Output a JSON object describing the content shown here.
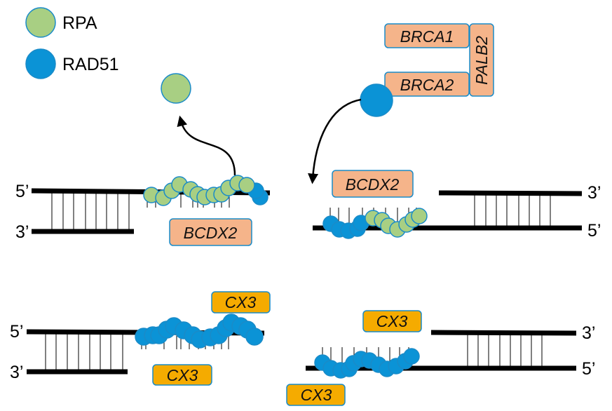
{
  "colors": {
    "rpa_fill": "#a8cf83",
    "rad51_fill": "#0b93d6",
    "protein_stroke": "#1a8bc8",
    "brca_box_fill": "#f5b48a",
    "brca_box_stroke": "#1a8bc8",
    "cx3_box_fill": "#f5ab00",
    "cx3_box_stroke": "#1a8bc8",
    "dna": "#000000"
  },
  "legend": [
    {
      "name": "RPA",
      "kind": "rpa"
    },
    {
      "name": "RAD51",
      "kind": "rad51"
    }
  ],
  "proteins": {
    "brca1": "BRCA1",
    "brca2": "BRCA2",
    "palb2": "PALB2",
    "bcdx2_left": "BCDX2",
    "bcdx2_right": "BCDX2",
    "cx3_top_left_upper": "CX3",
    "cx3_top_left_lower": "CX3",
    "cx3_right_upper": "CX3",
    "cx3_right_lower": "CX3"
  },
  "strand_ends": {
    "top_left_upper": "5’",
    "top_left_lower": "3’",
    "top_right_upper": "3’",
    "top_right_lower": "5’",
    "bottom_left_upper": "5’",
    "bottom_left_lower": "3’",
    "bottom_right_upper": "3’",
    "bottom_right_lower": "5’"
  },
  "panels": [
    {
      "id": "top-left",
      "filament": "RPA displaced by RAD51",
      "description": "RPA released from ssDNA"
    },
    {
      "id": "top-right",
      "filament": "RAD51 loaded onto RPA-coated ssDNA",
      "description": "BRCA2 delivers RAD51"
    },
    {
      "id": "bottom-left",
      "filament": "RAD51 filament"
    },
    {
      "id": "bottom-right",
      "filament": "RAD51 filament"
    }
  ]
}
